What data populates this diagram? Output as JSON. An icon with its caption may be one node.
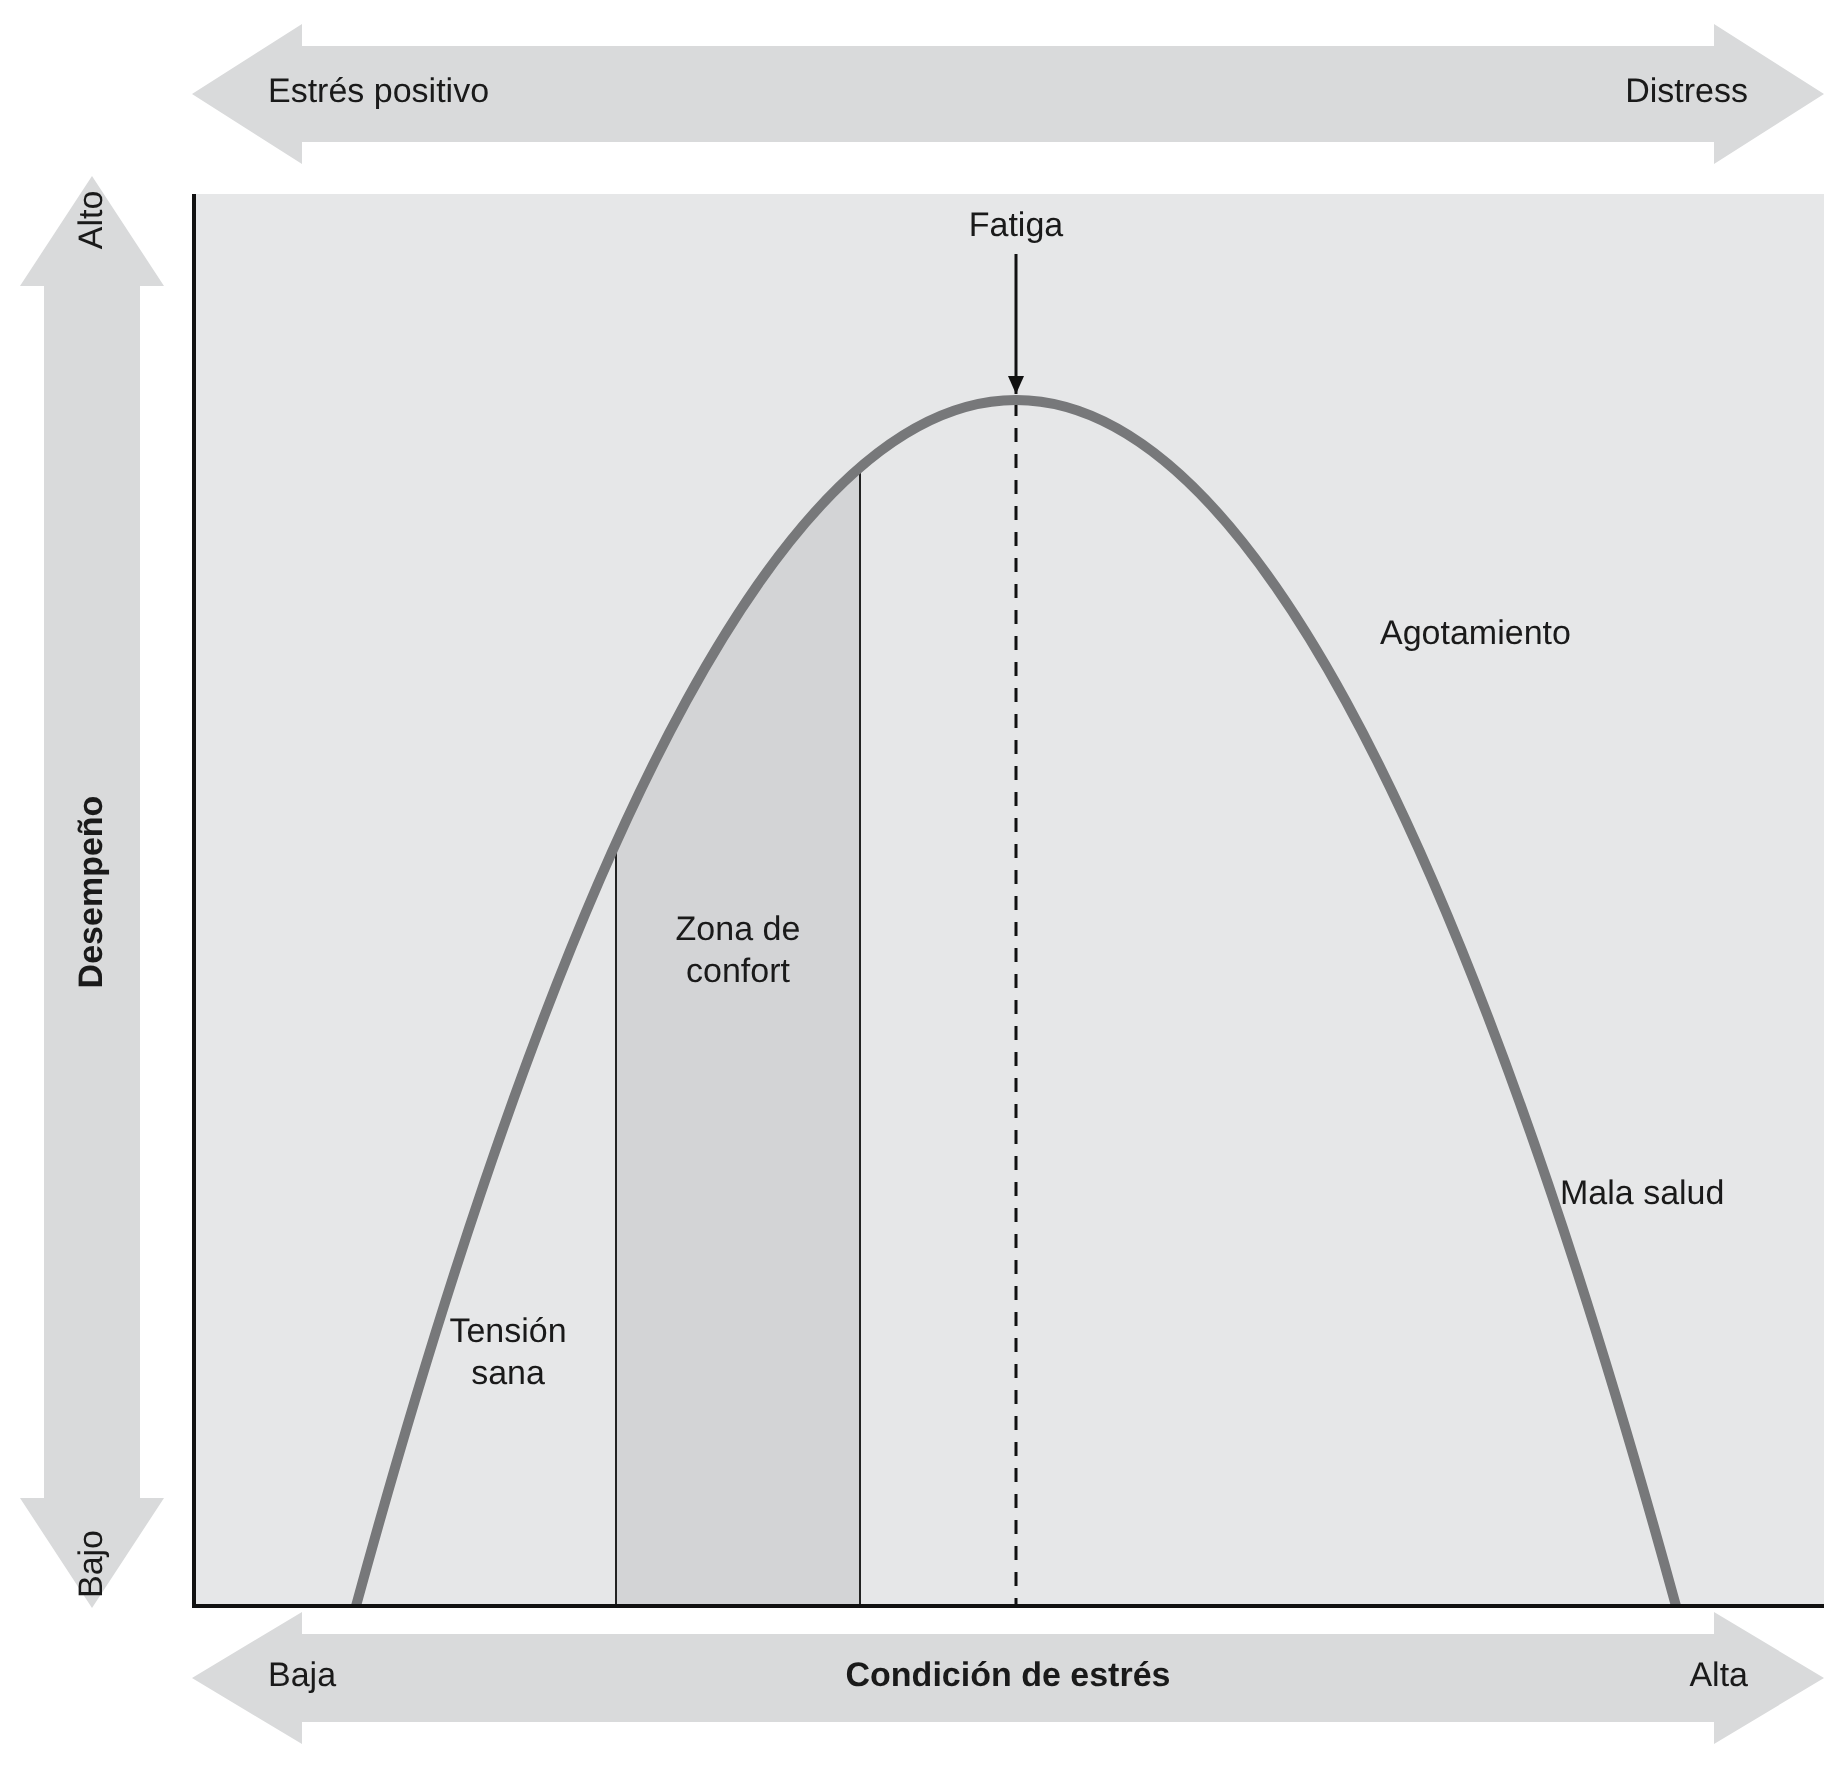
{
  "diagram": {
    "nodes": [
      {
        "text": [
          "Estrés positivo",
          "Distress"
        ]
      },
      {
        "text": [
          "Alto",
          "Desempeño",
          "Bajo"
        ]
      },
      {
        "text": [
          "Baja",
          "Condición de estrés",
          "Alta"
        ]
      },
      {
        "text": [
          "Fatiga"
        ]
      },
      {
        "text": [],
        "shape": "curve"
      }
    ],
    "edges": [
      {
        "from": 3,
        "to": 4,
        "arrow": "to"
      }
    ],
    "labels": [
      "Agotamiento",
      "Zona de confort",
      "Mala salud",
      "Tensión sana"
    ]
  }
}
